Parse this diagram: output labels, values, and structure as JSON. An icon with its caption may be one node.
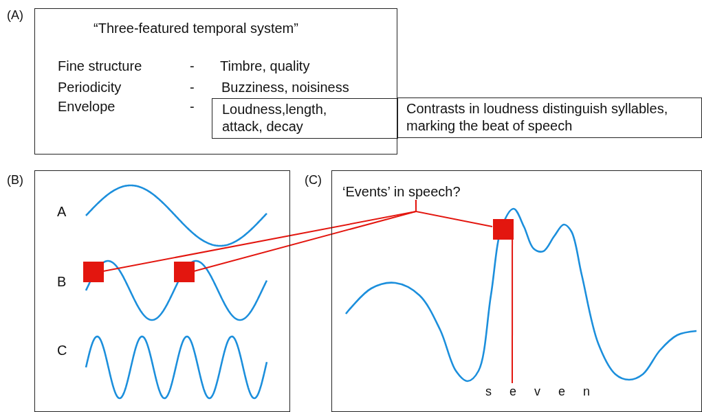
{
  "diagram": {
    "nodes": [
      {
        "text": [
          "“Three-featured temporal system”",
          "Fine structure",
          "-",
          "Timbre, quality",
          "Periodicity",
          "-",
          "Buzziness, noisiness",
          "Envelope",
          "-"
        ]
      },
      {
        "text": [
          "Loudness,length, attack, decay"
        ],
        "in": 0
      },
      {
        "text": [
          "Contrasts in loudness distinguish syllables, marking the beat of speech"
        ]
      },
      {
        "text": [
          "A",
          "B",
          "C"
        ]
      },
      {
        "text": [],
        "shape": "box",
        "in": 3
      },
      {
        "text": [],
        "shape": "box",
        "in": 3
      },
      {
        "text": [],
        "shape": "box"
      },
      {
        "text": [
          "‘Events’ in speech?"
        ],
        "in": 6
      },
      {
        "text": [],
        "shape": "box",
        "in": 6
      },
      {
        "text": [
          "s e v e n"
        ],
        "in": 6
      }
    ],
    "edges": [
      {
        "from": 7,
        "to": 4,
        "arrow": "none"
      },
      {
        "from": 7,
        "to": 5,
        "arrow": "none"
      },
      {
        "from": 7,
        "to": 8,
        "arrow": "none"
      },
      {
        "from": 8,
        "to": 9,
        "arrow": "none"
      }
    ],
    "labels": [
      "(A)",
      "(B)",
      "(C)"
    ]
  }
}
